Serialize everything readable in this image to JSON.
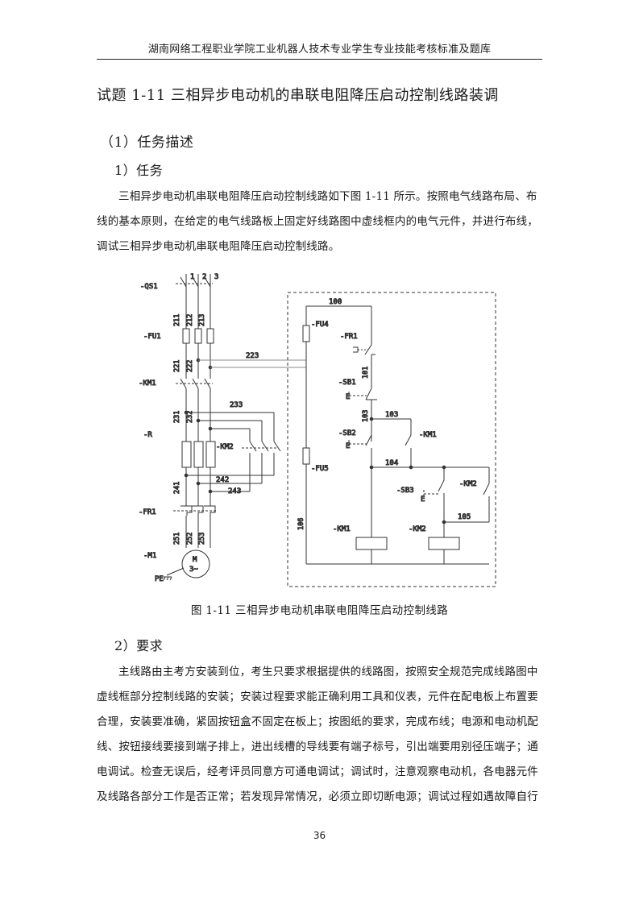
{
  "header": "湖南网络工程职业学院工业机器人技术专业学生专业技能考核标准及题库",
  "title": "试题 1-11  三相异步电动机的串联电阻降压启动控制线路装调",
  "section1": "（1）任务描述",
  "section1_sub1": "1）任务",
  "task_lines": [
    "三相异步电动机串联电阻降压启动控制线路如下图 1-11 所示。按照电气线路布局、布",
    "线的基本原则，在给定的电气线路板上固定好线路图中虚线框内的电气元件，并进行布线，",
    "调试三相异步电动机串联电阻降压启动控制线路。"
  ],
  "figure": {
    "caption": "图 1-11    三相异步电动机串联电阻降压启动控制线路",
    "labels": {
      "qs1": "-QS1",
      "fu1": "-FU1",
      "km1_main": "-KM1",
      "r": "-R",
      "km2_main": "-KM2",
      "fr1_main": "-FR1",
      "m1": "-M1",
      "pe": "PE",
      "motor": "M",
      "motor_phase": "3~",
      "fu4": "-FU4",
      "fu5": "-FU5",
      "fr1_ctrl": "-FR1",
      "sb1": "-SB1",
      "sb2": "-SB2",
      "km1_contact": "-KM1",
      "sb3": "-SB3",
      "km2_contact": "-KM2",
      "km1_coil": "-KM1",
      "km2_coil": "-KM2",
      "n1": "1",
      "n2": "2",
      "n3": "3",
      "w211": "211",
      "w212": "212",
      "w213": "213",
      "w221": "221",
      "w222": "222",
      "w223": "223",
      "w231": "231",
      "w232": "232",
      "w233": "233",
      "w241": "241",
      "w242": "242",
      "w243": "243",
      "w251": "251",
      "w252": "252",
      "w253": "253",
      "w100": "100",
      "w101": "101",
      "w103a": "103",
      "w103b": "103",
      "w104": "104",
      "w105": "105",
      "w106": "106",
      "e1": "E",
      "e2": "E",
      "e3": "E"
    }
  },
  "section1_sub2": "2）要求",
  "req_lines": [
    "主线路由主考方安装到位，考生只要求根据提供的线路图，按照安全规范完成线路图中",
    "虚线框部分控制线路的安装；安装过程要求能正确利用工具和仪表，元件在配电板上布置要",
    "合理，安装要准确，紧固按钮盒不固定在板上；按图纸的要求，完成布线；电源和电动机配",
    "线、按钮接线要接到端子排上，进出线槽的导线要有端子标号，引出端要用别径压端子；通",
    "电调试。检查无误后，经考评员同意方可通电调试；调试时，注意观察电动机，各电器元件",
    "及线路各部分工作是否正常；若发现异常情况，必须立即切断电源；调试过程如遇故障自行"
  ],
  "page_number": "36"
}
